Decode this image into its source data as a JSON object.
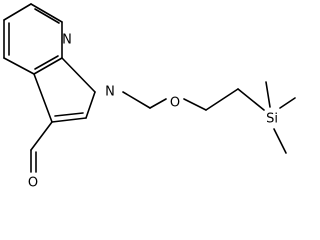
{
  "molecule": {
    "atoms": [
      {
        "id": "n_pyridine",
        "label": "N"
      },
      {
        "id": "n_pyrrole",
        "label": "N"
      },
      {
        "id": "o_ether",
        "label": "O"
      },
      {
        "id": "o_aldehyde",
        "label": "O"
      },
      {
        "id": "si",
        "label": "Si"
      }
    ]
  }
}
